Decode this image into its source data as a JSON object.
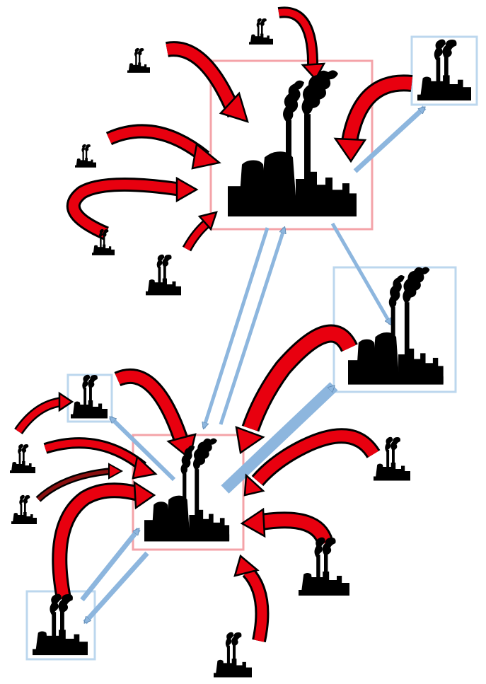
{
  "title": "",
  "colors": {
    "inflow_arrow": "#e8000f",
    "inflow_arrow_outline": "#000000",
    "exchange_arrow": "#8db6de",
    "exchange_arrow_outline": "#5a83ab",
    "hub_box_border": "#f4a3a8",
    "partner_box_border": "#bcd7ee",
    "factory_silhouette": "#000000"
  },
  "icons": {
    "factory": "factory-icon",
    "large_plant": "power-plant-icon"
  },
  "nodes": {
    "hubs": [
      "upper-central-hub",
      "lower-central-hub"
    ],
    "partner_sites": [
      "upper-right-partner",
      "middle-right-partner",
      "lower-left-partner",
      "lower-bottom-left-partner"
    ],
    "small_suppliers": 15
  }
}
